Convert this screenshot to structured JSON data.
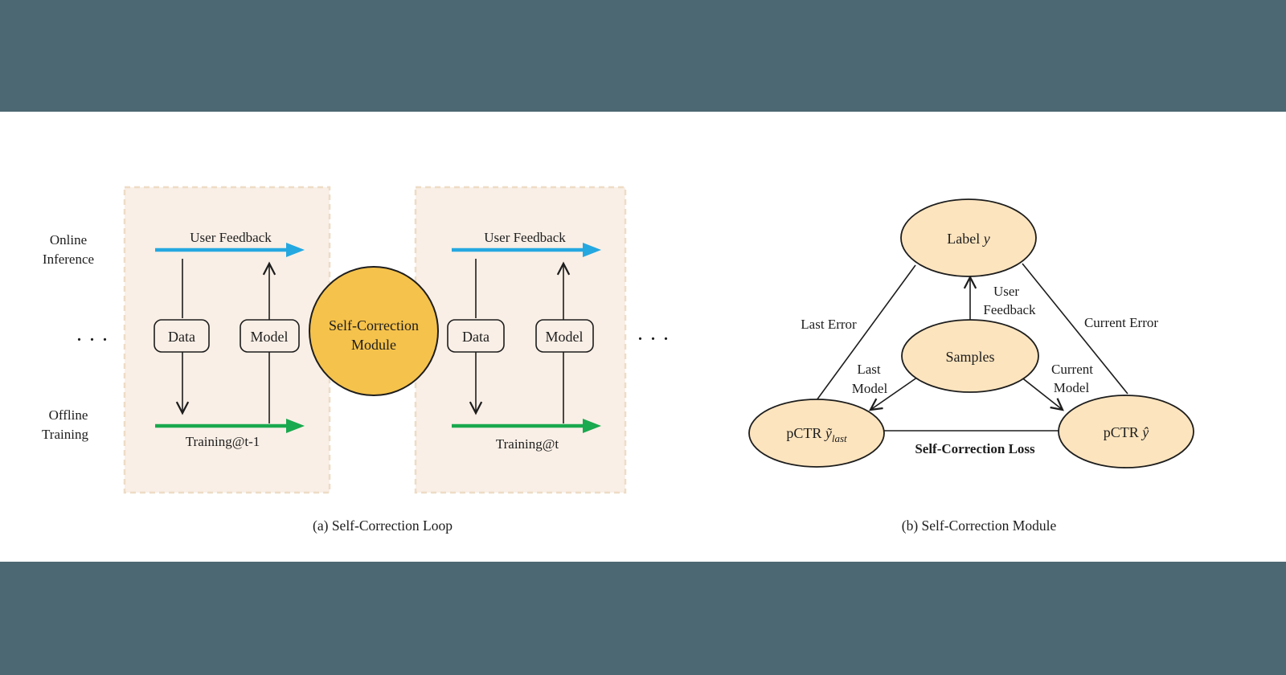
{
  "window": {
    "band_color": "#4c6872",
    "page_background": "#ffffff"
  },
  "figure": {
    "caption_a": "(a) Self-Correction Loop",
    "caption_b": "(b) Self-Correction Module"
  },
  "diagram_a": {
    "panel_fill": "#f9efe6",
    "panel_border": "#eedcc6",
    "online_label": {
      "line1": "Online",
      "line2": "Inference"
    },
    "offline_label": {
      "line1": "Offline",
      "line2": "Training"
    },
    "ellipsis_left": ". . .",
    "ellipsis_right": ". . .",
    "module": {
      "line1": "Self-Correction",
      "line2": "Module",
      "fill": "#f5c24b"
    },
    "arrow_colors": {
      "user_feedback": "#25a8e0",
      "training": "#19a94e"
    },
    "panels": [
      {
        "user_feedback": "User Feedback",
        "data": "Data",
        "model": "Model",
        "training": "Training@t-1"
      },
      {
        "user_feedback": "User Feedback",
        "data": "Data",
        "model": "Model",
        "training": "Training@t"
      }
    ]
  },
  "diagram_b": {
    "node_fill": "#fce4be",
    "nodes": {
      "label": {
        "prefix": "Label ",
        "math": "y"
      },
      "samples": {
        "text": "Samples"
      },
      "pctr_last": {
        "prefix": "pCTR ",
        "math": "ỹ",
        "sub": "last"
      },
      "pctr_current": {
        "prefix": "pCTR ",
        "math": "ŷ"
      }
    },
    "edge_labels": {
      "last_error": "Last Error",
      "current_error": "Current Error",
      "user_feedback_line1": "User",
      "user_feedback_line2": "Feedback",
      "last_model_line1": "Last",
      "last_model_line2": "Model",
      "current_model_line1": "Current",
      "current_model_line2": "Model",
      "loss": "Self-Correction Loss"
    }
  }
}
